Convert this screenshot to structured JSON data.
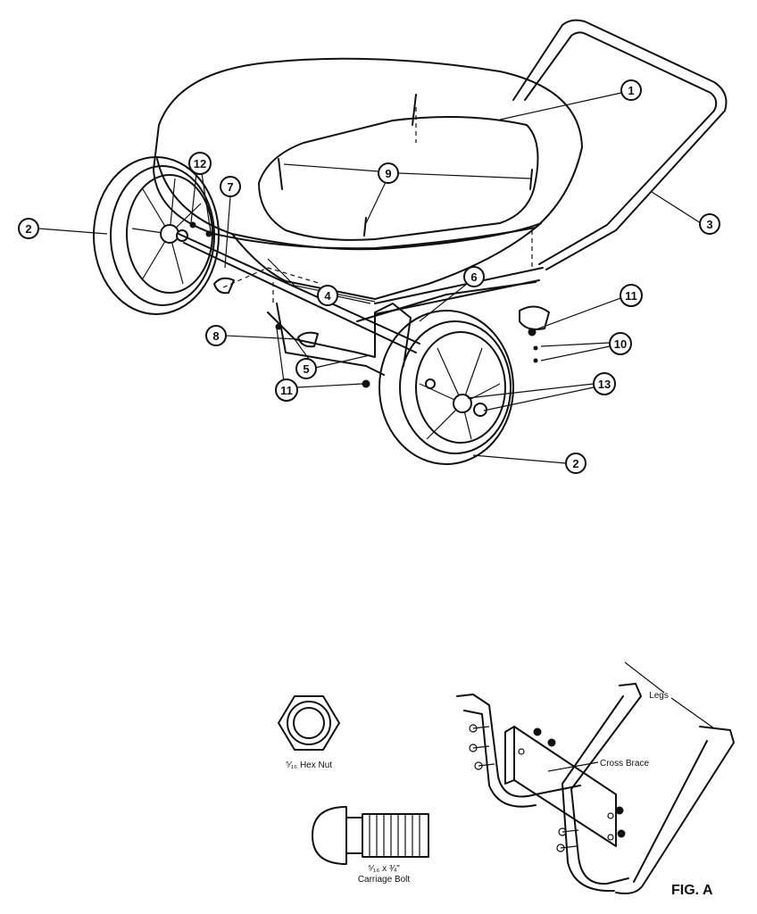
{
  "diagram": {
    "callouts": [
      {
        "id": "c1",
        "label": "1"
      },
      {
        "id": "c2a",
        "label": "2"
      },
      {
        "id": "c2b",
        "label": "2"
      },
      {
        "id": "c3",
        "label": "3"
      },
      {
        "id": "c4",
        "label": "4"
      },
      {
        "id": "c5",
        "label": "5"
      },
      {
        "id": "c6",
        "label": "6"
      },
      {
        "id": "c7",
        "label": "7"
      },
      {
        "id": "c8",
        "label": "8"
      },
      {
        "id": "c9",
        "label": "9"
      },
      {
        "id": "c10",
        "label": "10"
      },
      {
        "id": "c11a",
        "label": "11"
      },
      {
        "id": "c11b",
        "label": "11"
      },
      {
        "id": "c12",
        "label": "12"
      },
      {
        "id": "c13",
        "label": "13"
      }
    ],
    "hardware": {
      "hex_nut_label": "⁵⁄₁₆ Hex Nut",
      "bolt_label_line1": "⁵⁄₁₆ x ¾\"",
      "bolt_label_line2": "Carriage Bolt"
    },
    "fig_a": {
      "legs_label": "Legs",
      "cross_brace_label": "Cross Brace",
      "title": "FIG. A"
    }
  }
}
